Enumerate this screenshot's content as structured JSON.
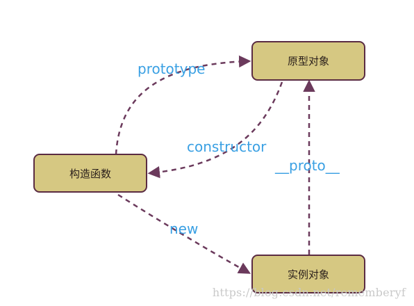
{
  "nodes": {
    "prototype_obj": "原型对象",
    "constructor_fn": "构造函数",
    "instance_obj": "实例对象"
  },
  "edges": {
    "prototype": "prototype",
    "constructor": "constructor",
    "proto": "__proto__",
    "new": "new"
  },
  "watermark": "https://blog.csdn.net/rememberyf",
  "colors": {
    "node_fill": "#d6c882",
    "node_stroke": "#5a2b42",
    "edge_stroke": "#6b3a5c",
    "edge_label": "#3aa0e3"
  }
}
